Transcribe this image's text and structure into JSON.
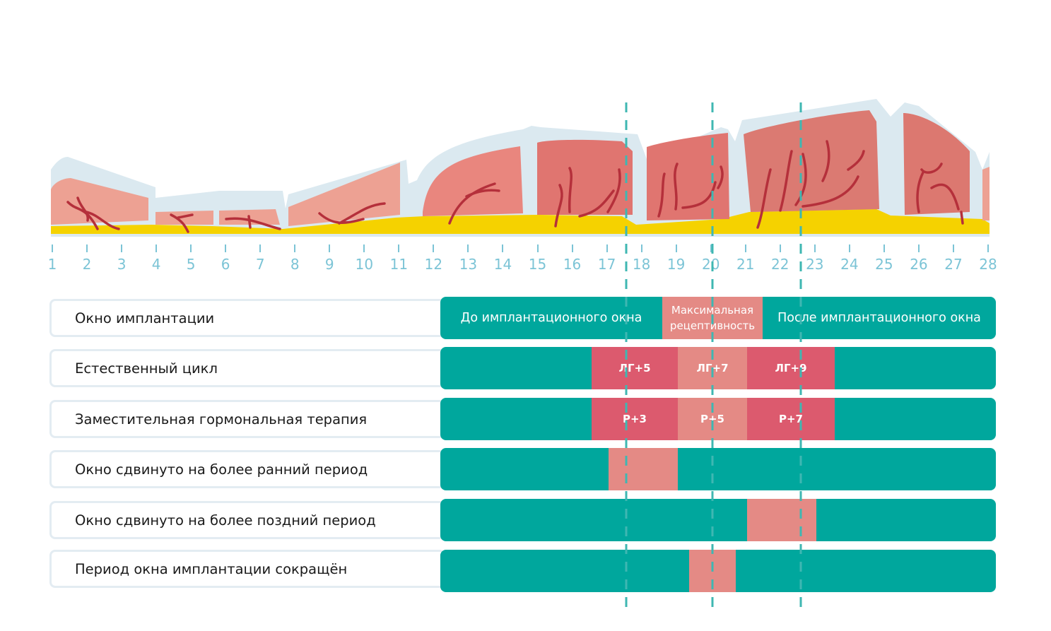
{
  "days": [
    "1",
    "2",
    "3",
    "4",
    "5",
    "6",
    "7",
    "8",
    "9",
    "10",
    "11",
    "12",
    "13",
    "14",
    "15",
    "16",
    "17",
    "18",
    "19",
    "20",
    "21",
    "22",
    "23",
    "24",
    "25",
    "26",
    "27",
    "28"
  ],
  "colors": {
    "teal": "#00a79d",
    "pink_dark": "#dc5a6e",
    "pink_light": "#e48a85",
    "tick_blue": "#7cc4d6",
    "tissue": "#eda193",
    "gland": "#b5303b",
    "base_yellow": "#f5d200",
    "outer_layer": "#dbe9f0"
  },
  "rows": [
    {
      "label": "Окно имплантации",
      "zones": {
        "before": "До имплантационного окна",
        "peak_line1": "Максимальная",
        "peak_line2": "рецептивность",
        "after": "После имплантационного окна"
      }
    },
    {
      "label": "Естественный цикл",
      "segments": [
        "ЛГ+5",
        "ЛГ+7",
        "ЛГ+9"
      ]
    },
    {
      "label": "Заместительная гормональная терапия",
      "segments": [
        "Р+3",
        "Р+5",
        "Р+7"
      ]
    },
    {
      "label": "Окно сдвинуто на более ранний период"
    },
    {
      "label": "Окно сдвинуто на более поздний период"
    },
    {
      "label": "Период окна имплантации сокращён"
    }
  ]
}
